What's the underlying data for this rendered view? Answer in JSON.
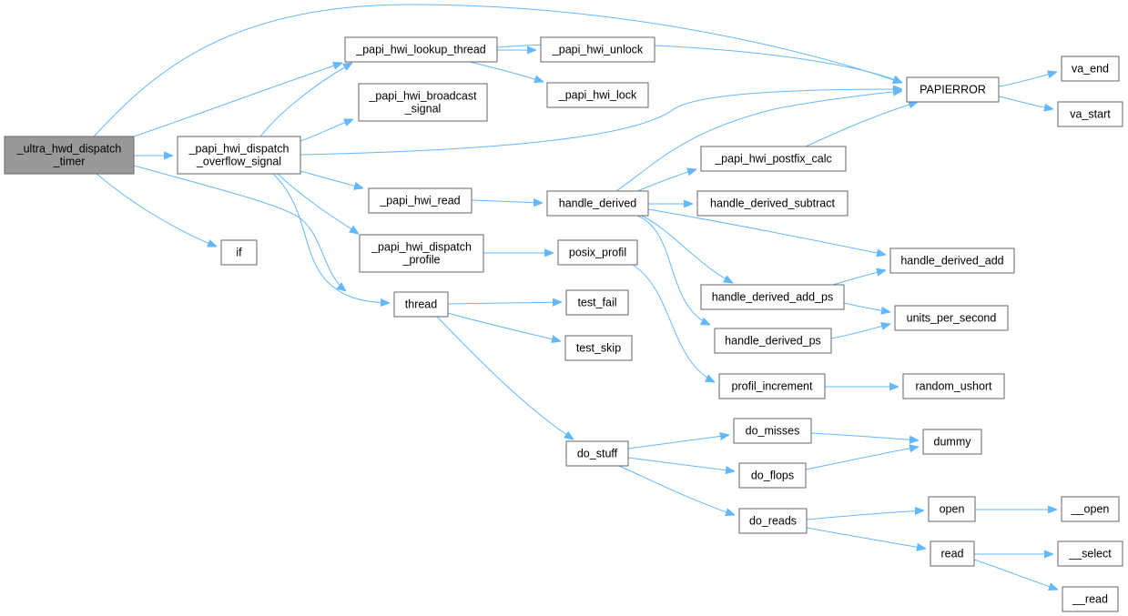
{
  "diagram": {
    "title": "Call graph of _ultra_hwd_dispatch_timer",
    "nodes": {
      "root": {
        "lines": [
          "_ultra_hwd_dispatch",
          "_timer"
        ]
      },
      "dispatch_overflow": {
        "lines": [
          "_papi_hwi_dispatch",
          "_overflow_signal"
        ]
      },
      "if_node": {
        "lines": [
          "if"
        ]
      },
      "lookup_thread": {
        "lines": [
          "_papi_hwi_lookup_thread"
        ]
      },
      "broadcast_signal": {
        "lines": [
          "_papi_hwi_broadcast",
          "_signal"
        ]
      },
      "hwi_read": {
        "lines": [
          "_papi_hwi_read"
        ]
      },
      "dispatch_profile": {
        "lines": [
          "_papi_hwi_dispatch",
          "_profile"
        ]
      },
      "thread": {
        "lines": [
          "thread"
        ]
      },
      "hwi_unlock": {
        "lines": [
          "_papi_hwi_unlock"
        ]
      },
      "hwi_lock": {
        "lines": [
          "_papi_hwi_lock"
        ]
      },
      "papierror": {
        "lines": [
          "PAPIERROR"
        ]
      },
      "va_end": {
        "lines": [
          "va_end"
        ]
      },
      "va_start": {
        "lines": [
          "va_start"
        ]
      },
      "postfix_calc": {
        "lines": [
          "_papi_hwi_postfix_calc"
        ]
      },
      "handle_derived": {
        "lines": [
          "handle_derived"
        ]
      },
      "handle_derived_subtract": {
        "lines": [
          "handle_derived_subtract"
        ]
      },
      "handle_derived_add": {
        "lines": [
          "handle_derived_add"
        ]
      },
      "handle_derived_add_ps": {
        "lines": [
          "handle_derived_add_ps"
        ]
      },
      "units_per_second": {
        "lines": [
          "units_per_second"
        ]
      },
      "handle_derived_ps": {
        "lines": [
          "handle_derived_ps"
        ]
      },
      "posix_profil": {
        "lines": [
          "posix_profil"
        ]
      },
      "profil_increment": {
        "lines": [
          "profil_increment"
        ]
      },
      "random_ushort": {
        "lines": [
          "random_ushort"
        ]
      },
      "test_fail": {
        "lines": [
          "test_fail"
        ]
      },
      "test_skip": {
        "lines": [
          "test_skip"
        ]
      },
      "do_stuff": {
        "lines": [
          "do_stuff"
        ]
      },
      "do_misses": {
        "lines": [
          "do_misses"
        ]
      },
      "dummy": {
        "lines": [
          "dummy"
        ]
      },
      "do_flops": {
        "lines": [
          "do_flops"
        ]
      },
      "do_reads": {
        "lines": [
          "do_reads"
        ]
      },
      "open": {
        "lines": [
          "open"
        ]
      },
      "open2": {
        "lines": [
          "__open"
        ]
      },
      "read": {
        "lines": [
          "read"
        ]
      },
      "select2": {
        "lines": [
          "__select"
        ]
      },
      "read2": {
        "lines": [
          "__read"
        ]
      }
    },
    "edges": [
      [
        "root",
        "dispatch_overflow"
      ],
      [
        "root",
        "if_node"
      ],
      [
        "root",
        "lookup_thread"
      ],
      [
        "root",
        "papierror"
      ],
      [
        "root",
        "thread"
      ],
      [
        "dispatch_overflow",
        "lookup_thread"
      ],
      [
        "dispatch_overflow",
        "broadcast_signal"
      ],
      [
        "dispatch_overflow",
        "papierror"
      ],
      [
        "dispatch_overflow",
        "hwi_read"
      ],
      [
        "dispatch_overflow",
        "dispatch_profile"
      ],
      [
        "dispatch_overflow",
        "thread"
      ],
      [
        "lookup_thread",
        "hwi_unlock"
      ],
      [
        "lookup_thread",
        "hwi_lock"
      ],
      [
        "lookup_thread",
        "papierror"
      ],
      [
        "hwi_read",
        "handle_derived"
      ],
      [
        "handle_derived",
        "papierror"
      ],
      [
        "handle_derived",
        "postfix_calc"
      ],
      [
        "handle_derived",
        "handle_derived_subtract"
      ],
      [
        "handle_derived",
        "handle_derived_add"
      ],
      [
        "handle_derived",
        "handle_derived_add_ps"
      ],
      [
        "handle_derived",
        "handle_derived_ps"
      ],
      [
        "postfix_calc",
        "papierror"
      ],
      [
        "handle_derived_add_ps",
        "handle_derived_add"
      ],
      [
        "handle_derived_add_ps",
        "units_per_second"
      ],
      [
        "handle_derived_ps",
        "units_per_second"
      ],
      [
        "papierror",
        "va_end"
      ],
      [
        "papierror",
        "va_start"
      ],
      [
        "dispatch_profile",
        "posix_profil"
      ],
      [
        "posix_profil",
        "profil_increment"
      ],
      [
        "profil_increment",
        "random_ushort"
      ],
      [
        "thread",
        "test_fail"
      ],
      [
        "thread",
        "test_skip"
      ],
      [
        "thread",
        "do_stuff"
      ],
      [
        "do_stuff",
        "do_misses"
      ],
      [
        "do_stuff",
        "do_flops"
      ],
      [
        "do_stuff",
        "do_reads"
      ],
      [
        "do_misses",
        "dummy"
      ],
      [
        "do_flops",
        "dummy"
      ],
      [
        "do_reads",
        "open"
      ],
      [
        "do_reads",
        "read"
      ],
      [
        "open",
        "open2"
      ],
      [
        "read",
        "select2"
      ],
      [
        "read",
        "read2"
      ]
    ],
    "colors": {
      "edge": "#63b8ff",
      "node_border": "#666666",
      "root_fill": "#999999",
      "node_fill": "#ffffff"
    }
  }
}
